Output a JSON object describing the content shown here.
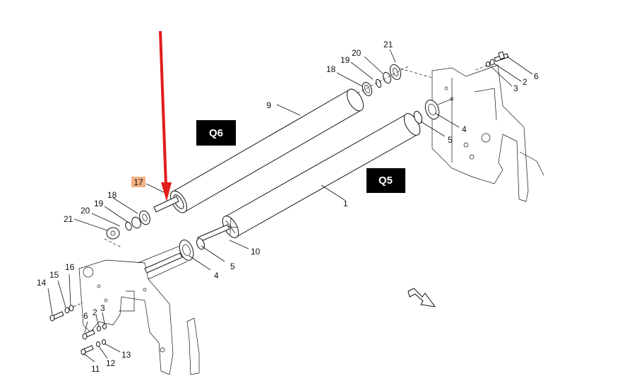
{
  "callouts": {
    "c1": "1",
    "c2a": "2",
    "c2b": "2",
    "c3a": "3",
    "c3b": "3",
    "c4a": "4",
    "c4b": "4",
    "c5a": "5",
    "c5b": "5",
    "c6a": "6",
    "c6b": "6",
    "c9": "9",
    "c10": "10",
    "c11": "11",
    "c12": "12",
    "c13": "13",
    "c14": "14",
    "c15": "15",
    "c16": "16",
    "c17": "17",
    "c18a": "18",
    "c18b": "18",
    "c19a": "19",
    "c19b": "19",
    "c20a": "20",
    "c20b": "20",
    "c21a": "21",
    "c21b": "21"
  },
  "tags": {
    "q6": "Q6",
    "q5": "Q5"
  },
  "colors": {
    "arrow": "#e31c1c",
    "highlight": "#f4b183",
    "tag_bg": "#000000"
  }
}
